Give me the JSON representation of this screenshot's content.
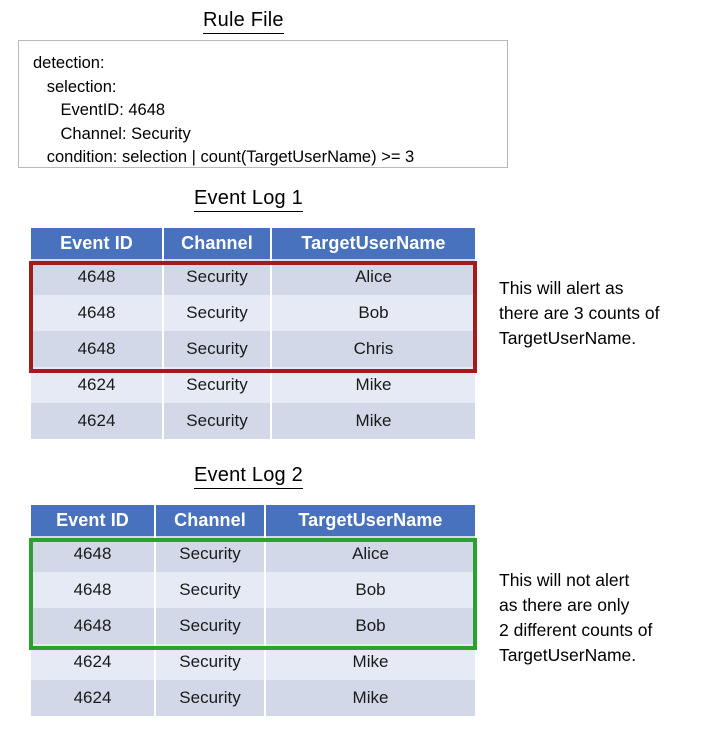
{
  "rule_section": {
    "title": "Rule File",
    "code": "detection:\n   selection:\n      EventID: 4648\n      Channel: Security\n   condition: selection | count(TargetUserName) >= 3"
  },
  "columns": [
    "Event ID",
    "Channel",
    "TargetUserName"
  ],
  "logs": [
    {
      "title": "Event Log 1",
      "rows": [
        {
          "event_id": "4648",
          "channel": "Security",
          "user": "Alice"
        },
        {
          "event_id": "4648",
          "channel": "Security",
          "user": "Bob"
        },
        {
          "event_id": "4648",
          "channel": "Security",
          "user": "Chris"
        },
        {
          "event_id": "4624",
          "channel": "Security",
          "user": "Mike"
        },
        {
          "event_id": "4624",
          "channel": "Security",
          "user": "Mike"
        }
      ],
      "highlight": {
        "color": "#a31c1c",
        "rows": [
          0,
          1,
          2
        ]
      },
      "note": "This will alert as\nthere are 3 counts of\nTargetUserName."
    },
    {
      "title": "Event Log 2",
      "rows": [
        {
          "event_id": "4648",
          "channel": "Security",
          "user": "Alice"
        },
        {
          "event_id": "4648",
          "channel": "Security",
          "user": "Bob"
        },
        {
          "event_id": "4648",
          "channel": "Security",
          "user": "Bob"
        },
        {
          "event_id": "4624",
          "channel": "Security",
          "user": "Mike"
        },
        {
          "event_id": "4624",
          "channel": "Security",
          "user": "Mike"
        }
      ],
      "highlight": {
        "color": "#2ba22e",
        "rows": [
          0,
          1,
          2
        ]
      },
      "note": "This will not alert\nas there are only\n2 different counts of\nTargetUserName."
    }
  ],
  "colors": {
    "header_blue": "#4872be",
    "row_odd": "#d3d8e8",
    "row_even": "#e6eaf4",
    "alert_red": "#a31c1c",
    "ok_green": "#2ba22e",
    "box_border": "#b9b9b9"
  }
}
